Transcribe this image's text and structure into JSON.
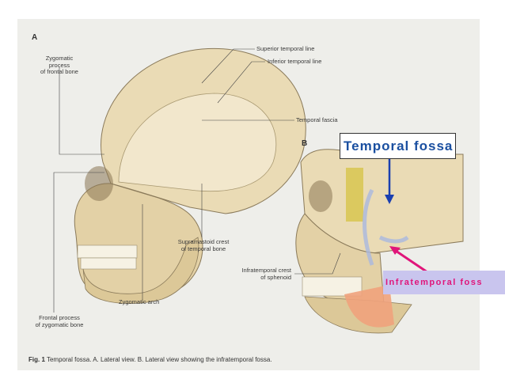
{
  "panels": {
    "a_letter": "A",
    "b_letter": "B"
  },
  "labels": {
    "zygomatic_process_l1": "Zygomatic process",
    "zygomatic_process_l2": "of frontal bone",
    "superior_temporal_line": "Superior temporal line",
    "inferior_temporal_line": "Inferior temporal line",
    "temporal_fascia": "Temporal fascia",
    "supramastoid_l1": "Supramastoid crest",
    "supramastoid_l2": "of temporal bone",
    "infratemporal_crest_l1": "Infratemporal crest",
    "infratemporal_crest_l2": "of sphenoid",
    "zygomatic_arch": "Zygomatic arch",
    "frontal_process_l1": "Frontal process",
    "frontal_process_l2": "of zygomatic bone"
  },
  "overlays": {
    "temporal_fossa": "Temporal fossa",
    "infratemporal_fossa": "Infratemporal foss",
    "arrow_blue": "#1a3fb0",
    "arrow_magenta": "#e0157a",
    "box_fill": "#c9c5ee"
  },
  "caption": {
    "fig": "Fig. 1",
    "text": "Temporal fossa. A. Lateral view. B. Lateral view showing the infratemporal fossa."
  }
}
